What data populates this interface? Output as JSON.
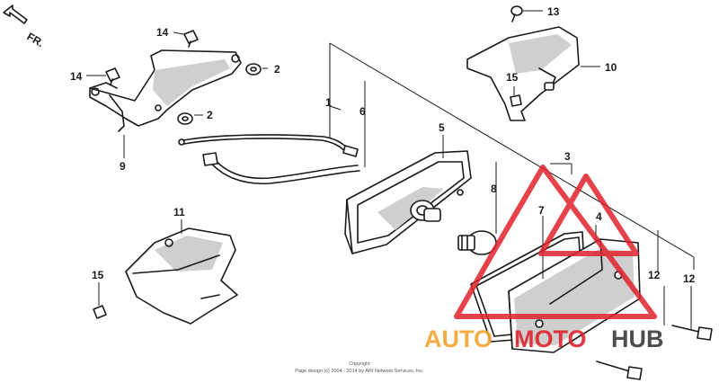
{
  "direction_label": "FR.",
  "callouts": [
    {
      "id": "1",
      "label": "1"
    },
    {
      "id": "2a",
      "label": "2"
    },
    {
      "id": "2b",
      "label": "2"
    },
    {
      "id": "3",
      "label": "3"
    },
    {
      "id": "4",
      "label": "4"
    },
    {
      "id": "5",
      "label": "5"
    },
    {
      "id": "6",
      "label": "6"
    },
    {
      "id": "7",
      "label": "7"
    },
    {
      "id": "8",
      "label": "8"
    },
    {
      "id": "9",
      "label": "9"
    },
    {
      "id": "10",
      "label": "10"
    },
    {
      "id": "11",
      "label": "11"
    },
    {
      "id": "12a",
      "label": "12"
    },
    {
      "id": "12b",
      "label": "12"
    },
    {
      "id": "13",
      "label": "13"
    },
    {
      "id": "14a",
      "label": "14"
    },
    {
      "id": "14b",
      "label": "14"
    },
    {
      "id": "15a",
      "label": "15"
    },
    {
      "id": "15b",
      "label": "15"
    }
  ],
  "copyright": {
    "line1": "Copyright",
    "line2": "Page design (c) 2004 - 2014 by ARI Network Services, Inc."
  },
  "watermark": {
    "part1": "AUTO",
    "part2": "MOTO",
    "part3": "HUB",
    "color_orange": "#f3a531",
    "color_red": "#e0232d",
    "color_dark": "#3b3b3b"
  }
}
